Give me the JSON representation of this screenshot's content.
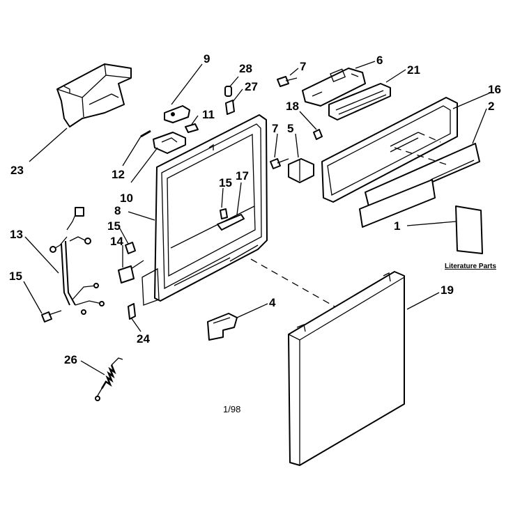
{
  "diagram": {
    "date_code": "1/98",
    "literature_label": "Literature Parts",
    "callouts": [
      {
        "id": "c9",
        "text": "9"
      },
      {
        "id": "c28",
        "text": "28"
      },
      {
        "id": "c7a",
        "text": "7"
      },
      {
        "id": "c6",
        "text": "6"
      },
      {
        "id": "c21",
        "text": "21"
      },
      {
        "id": "c27",
        "text": "27"
      },
      {
        "id": "c16",
        "text": "16"
      },
      {
        "id": "c2",
        "text": "2"
      },
      {
        "id": "c11",
        "text": "11"
      },
      {
        "id": "c18",
        "text": "18"
      },
      {
        "id": "c7b",
        "text": "7"
      },
      {
        "id": "c5",
        "text": "5"
      },
      {
        "id": "c23",
        "text": "23"
      },
      {
        "id": "c12",
        "text": "12"
      },
      {
        "id": "c10",
        "text": "10"
      },
      {
        "id": "c15a",
        "text": "15"
      },
      {
        "id": "c17",
        "text": "17"
      },
      {
        "id": "c8",
        "text": "8"
      },
      {
        "id": "c1",
        "text": "1"
      },
      {
        "id": "c13",
        "text": "13"
      },
      {
        "id": "c15b",
        "text": "15"
      },
      {
        "id": "c14",
        "text": "14"
      },
      {
        "id": "c15c",
        "text": "15"
      },
      {
        "id": "c4",
        "text": "4"
      },
      {
        "id": "c19",
        "text": "19"
      },
      {
        "id": "c24",
        "text": "24"
      },
      {
        "id": "c26",
        "text": "26"
      }
    ]
  }
}
